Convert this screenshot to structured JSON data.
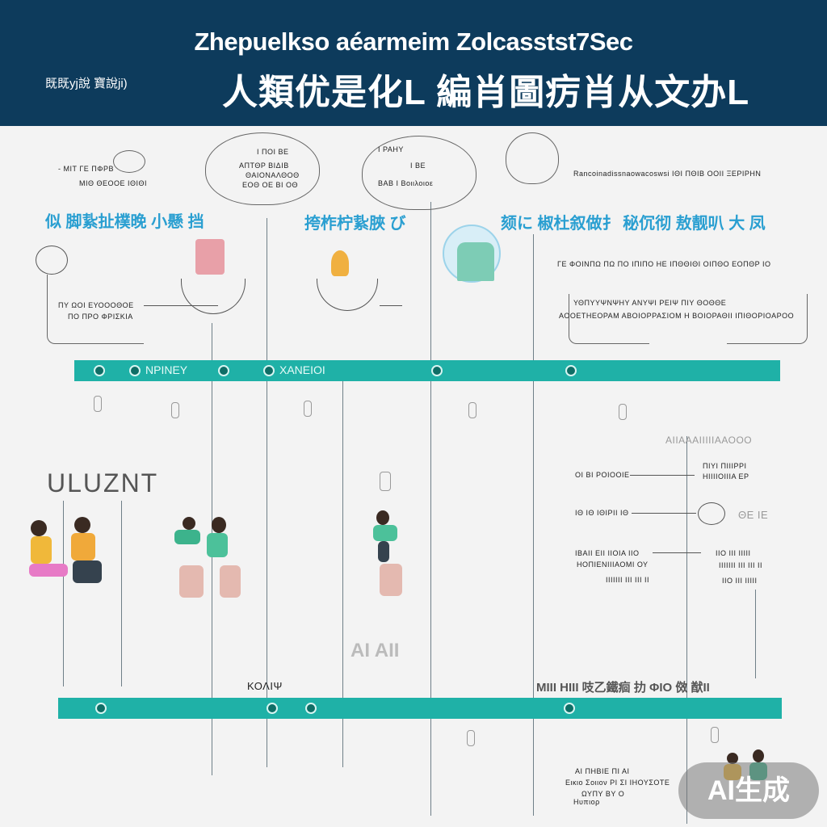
{
  "header": {
    "title_en": "Zhepuelkso aéarmeim Zolcasstst7Sec",
    "title_zh": "人類优是化L 編肖圖疠肖从文办L",
    "subtitle_left": "既既yj說 寶說ji)"
  },
  "top_left": {
    "line1": "- ΜIT ΓΕ ΠΦΡΒ",
    "line2": "ΜΙΘ ΘΕΟΟΕ ΙΘΙΘΙ",
    "heading": "似 脚紥扯樸晚 小懸 挡",
    "caption1": "ΠΥ ΩΟΙ ΕΥΟΟΟΘΟΕ",
    "caption2": "ΠΟ ΠΡΟ ΦΡΙΣΚΙΑ"
  },
  "cloud_mid_left": {
    "line1": "Ι ΠΟΙ ΒΕ",
    "line2": "ΑΠΤΘΡ ΒΙΔΙΒ",
    "line3": "ΘΑΙΟΝΑΛΘΟΘ",
    "line4": "ΕΟΘ ΟΕ ΒΙ ΟΘ"
  },
  "cloud_center": {
    "line1": "Ι ΡΑΗΥ",
    "line2": "Ι ΒΕ",
    "line3": "ΒΑΒ Ι Βοιιλοιοε",
    "heading": "挎柞柠紥脥 び"
  },
  "top_right": {
    "line1": "Rancoinadissnaowacoswsi ΙΘΙ ΠΘΙΒ ΟΟΙΙ ΞΕΡΙΡΗΝ",
    "heading": "颏に 椒杜叙做扌 秘伔彻 敖靓叭  大 凤",
    "line2": "ΓΕ ΦΟΙΝΠΩ ΠΩ ΠΟ ΙΠΙΠΟ ΗΕ ΙΠΘΘΙΘΙ ΟΙΠΘΟ ΕΟΠΘΡ ΙΟ",
    "line3": "ΥΘΠΥΥΨΝΨΗΥ ΑΝΥΨΙ ΡΕΙΨ ΠΙΥ ΘΟΘΘΕ",
    "line4": "ΑΟΟΕΤΗΕΟΡΑΜ ΑΒΟΙΟΡΡΑΣΙΟΜ Η ΒΟΙΟΡΑΘΙΙ ΙΠΙΘΟΡΙΟΑΡΟΟ"
  },
  "band_top": {
    "label1": "ΝΡΙΝΕΥ",
    "label2": "ΧΑΝΕΙΟΙ"
  },
  "middle": {
    "big_outline": "ULUZNT",
    "right_header": "ΑΙΙΑΑΑΙΙΙΙΙΑΑΟΟΟ",
    "right1": "ΟΙ ΒΙ ΡΟΙΟΟΙΕ",
    "right1b": "ΠΙΥΙ ΠΙΙΙΡΡΙ",
    "right1c": "ΗΙΙΙΙΟΙΙΙΑ ΕΡ",
    "right2": "ΙΘ ΙΘ ΙΘΙΡΙΙ ΙΘ",
    "right2b": "ΘΕ ΙΕ",
    "right3": "ΙΒΑΙΙ ΕΙΙ ΙΙΟΙΑ ΙΙΟ",
    "right3b": "ΗΟΠΙΕΝΙΙΙΑΟΜΙ ΟΥ",
    "right3c": "ΙΙΙΙΙΙΙ ΙΙΙ ΙΙΙ ΙΙ",
    "right3d": "ΙΙΟ ΙΙΙ ΙΙΙΙΙ",
    "center_big": "ΑΙ ΑΙΙ",
    "bottom_heading": "ΜΙΙΙ ΗΙΙΙ 吱乙鐵痐 扐 ΦΙΟ 傚 猷ΙΙ",
    "bottom_small": "ΚΟΛΙΨ"
  },
  "bottom_right": {
    "line1": "ΑΙ ΠΗΒΙΕ ΠΙ ΑΙ",
    "line2": "Εικιο Σοιιον ΡΙ ΣΙ ΙΗΟΥΣΟΤΕ",
    "line3": "ΩΥΠΥ ΒΥ Ο",
    "line4": "Ηυπιορ"
  },
  "badge": "AI生成",
  "colors": {
    "header": "#0d3b5c",
    "band": "#1fb1a7",
    "accent_blue": "#2a9fd1",
    "background": "#f3f3f3"
  }
}
